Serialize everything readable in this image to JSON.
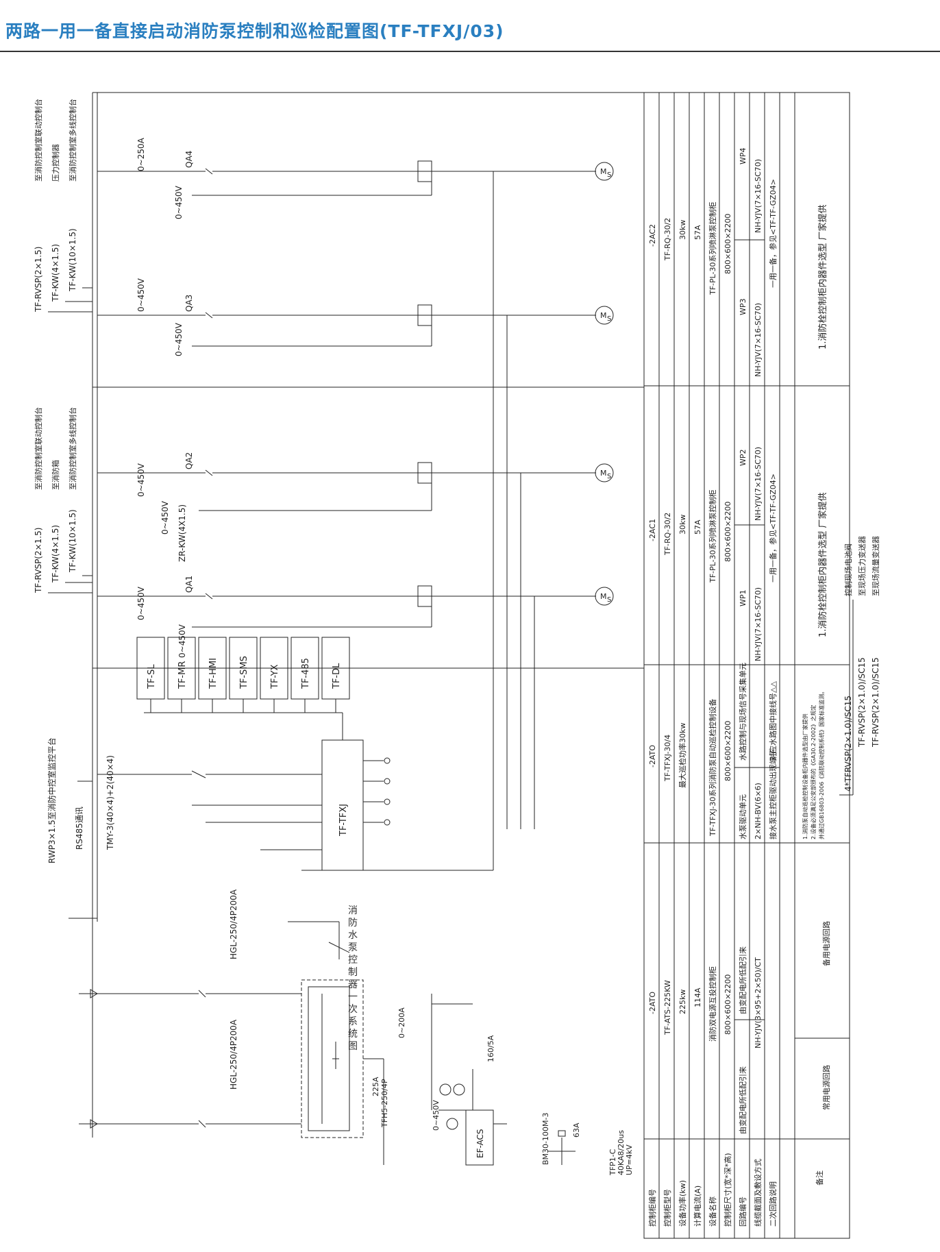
{
  "title": "两路一用一备直接启动消防泵控制和巡检配置图(TF-TFXJ/03)",
  "side_title": "消防水泵控制器一次系统图",
  "table": {
    "row_headers": [
      "控制柜编号",
      "控制柜型号",
      "设备功率(kw)",
      "计算电流(A)",
      "设备名称",
      "控制柜尺寸(宽*深*高)",
      "回路编号",
      "线缆截面及敷设方式",
      "二次回路说明",
      "备注"
    ],
    "col_ats": {
      "cabinet_no": "-2ATO",
      "model": "TF-ATS-225KW",
      "power": "225kw",
      "current": "114A",
      "name": "消防双电源互投控制柜",
      "size": "800×600×2200",
      "circuit_a": "由变配电所低配引来",
      "circuit_b": "由变配电所低配引来",
      "cable": "NH-YJV(3×95+2×50)/CT",
      "remark_a": "常用电源回路",
      "remark_b": "备用电源回路"
    },
    "col_xj": {
      "cabinet_no": "-2ATO",
      "model": "TF-TFXJ-30/4",
      "power": "最大巡检功率30kw",
      "name": "TF-TFXJ-30系列消防泵自动巡检控制设备",
      "size": "800×600×2200",
      "circuit_a": "水泵驱动单元",
      "circuit_b": "水路控制与现场信号采集单元",
      "cable": "2×NH-BV(6×6)",
      "secondary_a": "接水泵主控柜驱动出现端子",
      "secondary_b": "对应水路图中接线号△△",
      "note1": "1.消防泵自动巡检控制设备柜内器件选型由厂家提供",
      "note2": "2.设备必须满足公安部颁布的《GA30.2-2002》之规定",
      "note3": "并通过GB16803-2006《消防联动控制系统》国家标准监测。"
    },
    "col_ac1": {
      "cabinet_no": "-2AC1",
      "model": "TF-RQ-30/2",
      "power": "30kw",
      "current": "57A",
      "name": "TF-PL-30系列喷淋泵控制柜",
      "size": "800×600×2200",
      "circuit_a": "WP1",
      "circuit_b": "WP2",
      "cable_a": "NH-YJV(7×16-SC70)",
      "cable_b": "NH-YJV(7×16-SC70)",
      "secondary": "一用一备，参见<TF-TF-GZ04>",
      "remark": "1.消防栓控制柜内器件选型 厂家提供"
    },
    "col_ac2": {
      "cabinet_no": "-2AC2",
      "model": "TF-RQ-30/2",
      "power": "30kw",
      "current": "57A",
      "name": "TF-PL-30系列喷淋泵控制柜",
      "size": "800×600×2200",
      "circuit_a": "WP3",
      "circuit_b": "WP4",
      "cable_a": "NH-YJV(7×16-SC70)",
      "cable_b": "NH-YJV(7×16-SC70)",
      "secondary": "一用一备，参见<TF-TF-GZ04>",
      "remark": "1.消防栓控制柜内器件选型 厂家提供"
    }
  },
  "labels": {
    "hgl1": "HGL-250/4P200A",
    "hgl2": "HGL-250/4P200A",
    "tfh5": "TFH5-250/4P",
    "a225": "225A",
    "bm30": "BM30-100M-3",
    "efacs": "EF-ACS",
    "ct": "160/5A",
    "a63": "63A",
    "tfp1": "TFP1-C",
    "tfp1b": "40KA8/20us",
    "tfp1c": "UP=4kV",
    "meter_v": "0~450V",
    "meter_a": "0~200A",
    "rwp3": "RWP3×1.5至消防中控室监控平台",
    "rs485": "RS485通讯",
    "tmy": "TMY-3(40×4)+2(40×4)",
    "tfxj": "TF-TFXJ",
    "modules": [
      "TF-SL",
      "TF-MR",
      "TF-HMI",
      "TF-SMS",
      "TF-YX",
      "TF-485",
      "TF-DL"
    ],
    "g1": {
      "c1": "TF-RVSP(2×1.5)",
      "c2": "TF-KW(4×1.5)",
      "c3": "TF-KW(10×1.5)",
      "d1": "至消防控制室联动控制台",
      "d2": "至消防箱",
      "d3": "至消防控制室多线控制台",
      "qa1": "QA1",
      "qa2": "QA2",
      "v1": "0~450V",
      "v2": "0~450V",
      "v3": "0~450V",
      "v4": "0~450V",
      "zr": "ZR-KW(4X1.5)"
    },
    "g2": {
      "c1": "TF-RVSP(2×1.5)",
      "c2": "TF-KW(4×1.5)",
      "c3": "TF-KW(10×1.5)",
      "d1": "至消防控制室联动控制台",
      "d2": "压力控制器",
      "d3": "至消防控制室多线控制台",
      "qa3": "QA3",
      "qa4": "QA4",
      "v1": "0~450V",
      "v2": "0~450V",
      "v3": "0~450V",
      "a4": "0~250A"
    },
    "motor": "M",
    "motor_s": "S",
    "br1": "4*TFRVSP(2×1.0)/SC15",
    "br2": "TF-RVSP(2×1.0)/SC15",
    "br3": "TF-RVSP(2×1.0)/SC15",
    "brd1": "控制现场电池阀",
    "brd2": "至现场压力变送器",
    "brd3": "至现场流量变送器"
  }
}
